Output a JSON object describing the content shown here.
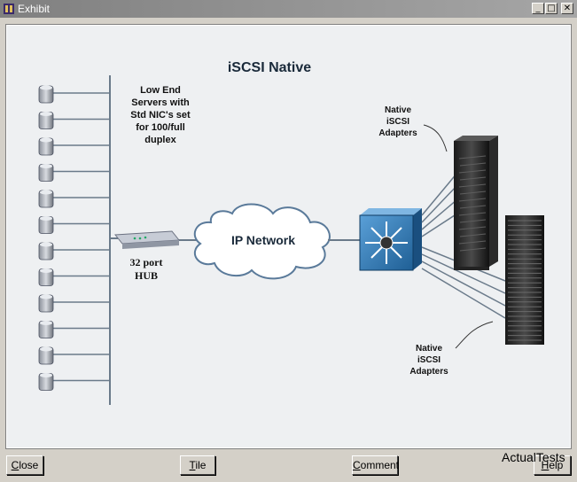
{
  "window": {
    "title": "Exhibit"
  },
  "diagram": {
    "title": "iSCSI Native",
    "servers_label": [
      "Low End",
      "Servers with",
      "Std NIC's set",
      "for 100/full",
      "duplex"
    ],
    "hub_label": [
      "32 port",
      "HUB"
    ],
    "network_label": "IP Network",
    "adapters_top": [
      "Native",
      "iSCSI",
      "Adapters"
    ],
    "adapters_bottom": [
      "Native",
      "iSCSI",
      "Adapters"
    ]
  },
  "buttons": {
    "close": {
      "first": "C",
      "rest": "lose"
    },
    "tile": {
      "first": "T",
      "rest": "ile"
    },
    "comment": {
      "first": "C",
      "rest": "omment"
    },
    "help": {
      "first": "H",
      "rest": "elp"
    }
  },
  "watermark": "ActualTests"
}
